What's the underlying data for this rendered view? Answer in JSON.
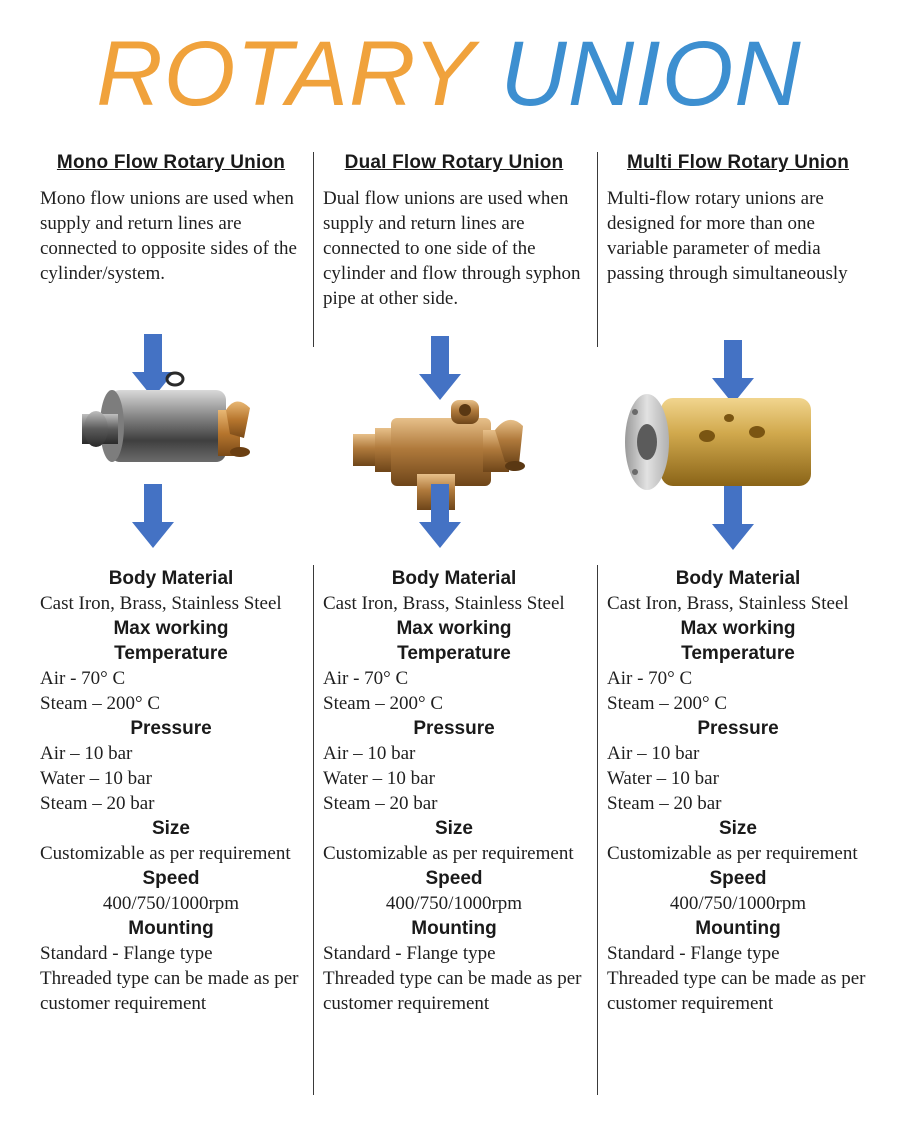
{
  "title": {
    "word1": "ROTARY",
    "word2": "UNION",
    "color1": "#F0A23C",
    "color2": "#3D8FD0"
  },
  "arrow_color": "#4472C4",
  "columns": [
    {
      "heading": "Mono Flow Rotary Union",
      "description": "Mono flow unions are used when supply and return lines are connected to opposite sides of the cylinder/system.",
      "image": "mono-flow-rotary-union-photo",
      "body_material_label": "Body Material",
      "body_material": "Cast Iron, Brass, Stainless Steel",
      "temp_label_1": "Max working",
      "temp_label_2": "Temperature",
      "temp_air": "Air - 70° C",
      "temp_steam": "Steam – 200° C",
      "pressure_label": "Pressure",
      "pressure_air": "Air – 10 bar",
      "pressure_water": "Water – 10 bar",
      "pressure_steam": "Steam – 20 bar",
      "size_label": "Size",
      "size": "Customizable as per requirement",
      "speed_label": "Speed",
      "speed": "400/750/1000rpm",
      "mounting_label": "Mounting",
      "mounting_1": "Standard - Flange type",
      "mounting_2": "Threaded type can be made as per customer requirement"
    },
    {
      "heading": "Dual Flow Rotary Union",
      "description": "Dual flow unions are used when supply and return lines are connected to one side of the cylinder and flow through syphon pipe at other side.",
      "image": "dual-flow-rotary-union-photo",
      "body_material_label": "Body Material",
      "body_material": "Cast Iron, Brass, Stainless Steel",
      "temp_label_1": "Max working",
      "temp_label_2": "Temperature",
      "temp_air": "Air - 70° C",
      "temp_steam": "Steam – 200° C",
      "pressure_label": "Pressure",
      "pressure_air": "Air – 10 bar",
      "pressure_water": "Water – 10 bar",
      "pressure_steam": "Steam – 20 bar",
      "size_label": "Size",
      "size": "Customizable as per requirement",
      "speed_label": "Speed",
      "speed": "400/750/1000rpm",
      "mounting_label": "Mounting",
      "mounting_1": "Standard - Flange type",
      "mounting_2": "Threaded type can be made as per customer requirement"
    },
    {
      "heading": "Multi Flow Rotary Union",
      "description": "Multi-flow rotary unions are designed for more than one variable parameter of  media passing through simultaneously",
      "image": "multi-flow-rotary-union-photo",
      "body_material_label": "Body Material",
      "body_material": "Cast Iron, Brass, Stainless Steel",
      "temp_label_1": "Max working",
      "temp_label_2": "Temperature",
      "temp_air": "Air - 70° C",
      "temp_steam": "Steam – 200° C",
      "pressure_label": "Pressure",
      "pressure_air": "Air – 10 bar",
      "pressure_water": "Water – 10 bar",
      "pressure_steam": "Steam – 20 bar",
      "size_label": "Size",
      "size": "Customizable as per requirement",
      "speed_label": "Speed",
      "speed": "400/750/1000rpm",
      "mounting_label": "Mounting",
      "mounting_1": "Standard - Flange type",
      "mounting_2": "Threaded type can be made as per customer requirement"
    }
  ]
}
